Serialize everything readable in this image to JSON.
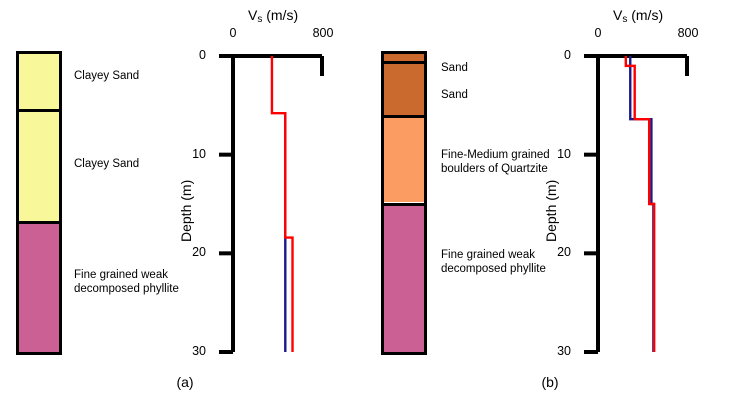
{
  "figure": {
    "panels": [
      {
        "id": "a",
        "caption": "(a)",
        "axis": {
          "x_title": "V",
          "x_title_sub": "s",
          "x_title_unit": " (m/s)",
          "x_ticks": [
            "0",
            "800"
          ],
          "y_title": "Depth (m)",
          "y_ticks": [
            "0",
            "10",
            "20",
            "30"
          ]
        },
        "lithology": [
          {
            "label": "Clayey Sand",
            "color": "#F8F79A",
            "top_m": 0.0,
            "bottom_m": 5.6
          },
          {
            "label": "Clayey Sand",
            "color": "#F8F79A",
            "top_m": 5.6,
            "bottom_m": 17.1
          },
          {
            "label": "Fine grained weak\ndecomposed phyllite",
            "color": "#CB6094",
            "top_m": 17.1,
            "bottom_m": 30.5
          }
        ]
      },
      {
        "id": "b",
        "caption": "(b)",
        "axis": {
          "x_title": "V",
          "x_title_sub": "s",
          "x_title_unit": " (m/s)",
          "x_ticks": [
            "0",
            "800"
          ],
          "y_title": "Depth (m)",
          "y_ticks": [
            "0",
            "10",
            "20",
            "30"
          ]
        },
        "lithology": [
          {
            "label": "",
            "color": "#CB6A2E",
            "top_m": 0.0,
            "bottom_m": 0.7
          },
          {
            "label": "Sand",
            "color": "#CB6A2E",
            "top_m": 0.7,
            "bottom_m": 6.2
          },
          {
            "label": "Sand",
            "color": "#FB9C63",
            "top_m": 6.2,
            "bottom_m": 15.2
          },
          {
            "label": "Fine grained weak\ndecomposed phyllite",
            "color": "#CB6094",
            "top_m": 15.2,
            "bottom_m": 30.5
          }
        ],
        "lithology_labels": [
          {
            "text": "Sand",
            "depth_m": 2.5
          },
          {
            "text": "Sand",
            "depth_m": 5.2
          },
          {
            "text": "Fine-Medium grained\nboulders of Quartzite",
            "depth_m": 11.0
          },
          {
            "text": "Fine grained weak\ndecomposed phyllite",
            "depth_m": 20.9
          }
        ]
      }
    ]
  },
  "chart_data": [
    {
      "type": "line",
      "panel": "a",
      "title": "Vs (m/s)",
      "xlabel": "V_s (m/s)",
      "ylabel": "Depth (m)",
      "xlim": [
        0,
        800
      ],
      "ylim": [
        0,
        30
      ],
      "y_inverted": true,
      "xticks": [
        0,
        800
      ],
      "yticks": [
        0,
        10,
        20,
        30
      ],
      "grid": false,
      "legend": "none",
      "series": [
        {
          "name": "Vs profile (red)",
          "color": "#FF0000",
          "style": "step-post",
          "points": [
            {
              "depth_m": 0.0,
              "vs": 350
            },
            {
              "depth_m": 5.8,
              "vs": 350
            },
            {
              "depth_m": 5.8,
              "vs": 470
            },
            {
              "depth_m": 18.4,
              "vs": 470
            },
            {
              "depth_m": 18.4,
              "vs": 535
            },
            {
              "depth_m": 30.0,
              "vs": 535
            }
          ]
        },
        {
          "name": "Vs profile (blue)",
          "color": "#1A1A8C",
          "style": "step-post",
          "points": [
            {
              "depth_m": 5.8,
              "vs": 470
            },
            {
              "depth_m": 30.0,
              "vs": 470
            }
          ]
        }
      ]
    },
    {
      "type": "line",
      "panel": "b",
      "title": "Vs (m/s)",
      "xlabel": "V_s (m/s)",
      "ylabel": "Depth (m)",
      "xlim": [
        0,
        800
      ],
      "ylim": [
        0,
        30
      ],
      "y_inverted": true,
      "xticks": [
        0,
        800
      ],
      "yticks": [
        0,
        10,
        20,
        30
      ],
      "grid": false,
      "legend": "none",
      "series": [
        {
          "name": "Vs profile (red)",
          "color": "#FF0000",
          "style": "step-post",
          "points": [
            {
              "depth_m": 0.0,
              "vs": 250
            },
            {
              "depth_m": 1.0,
              "vs": 250
            },
            {
              "depth_m": 1.0,
              "vs": 330
            },
            {
              "depth_m": 6.4,
              "vs": 330
            },
            {
              "depth_m": 6.4,
              "vs": 460
            },
            {
              "depth_m": 15.0,
              "vs": 460
            },
            {
              "depth_m": 15.0,
              "vs": 505
            },
            {
              "depth_m": 30.0,
              "vs": 505
            }
          ]
        },
        {
          "name": "Vs profile (blue)",
          "color": "#1A1A8C",
          "style": "step-post",
          "points": [
            {
              "depth_m": 0.0,
              "vs": 290
            },
            {
              "depth_m": 6.4,
              "vs": 290
            },
            {
              "depth_m": 6.4,
              "vs": 480
            },
            {
              "depth_m": 15.0,
              "vs": 480
            },
            {
              "depth_m": 15.0,
              "vs": 498
            },
            {
              "depth_m": 30.0,
              "vs": 498
            }
          ]
        }
      ]
    }
  ]
}
